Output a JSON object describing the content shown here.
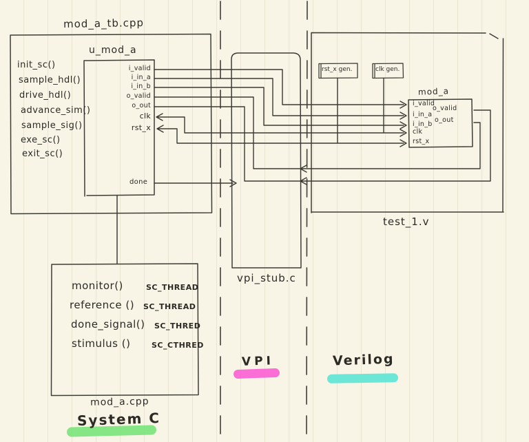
{
  "diagram": {
    "systemc_tb": {
      "file_label": "mod_a_tb.cpp",
      "functions": [
        "init_sc()",
        "sample_hdl()",
        "drive_hdl()",
        "advance_sim()",
        "sample_sig()",
        "exe_sc()",
        "exit_sc()"
      ],
      "instance": {
        "title": "u_mod_a",
        "ports": [
          "i_valid",
          "i_in_a",
          "i_in_b",
          "o_valid",
          "o_out",
          "clk",
          "rst_x"
        ],
        "done_port": "done"
      }
    },
    "sc_module": {
      "file_label": "mod_a.cpp",
      "methods": [
        {
          "name": "monitor()",
          "kind": "SC_THREAD"
        },
        {
          "name": "reference ()",
          "kind": "SC_THREAD"
        },
        {
          "name": "done_signal()",
          "kind": "SC_THRED"
        },
        {
          "name": "stimulus ()",
          "kind": "SC_CTHRED"
        }
      ]
    },
    "vpi": {
      "stub_label": "vpi_stub.c"
    },
    "verilog": {
      "file_label": "test_1.v",
      "generators": [
        "rst_x gen.",
        "clk gen."
      ],
      "module": {
        "title": "mod_a",
        "inputs": [
          "i_valid",
          "i_in_a",
          "i_in_b",
          "clk",
          "rst_x"
        ],
        "outputs": [
          "o_valid",
          "o_out"
        ]
      }
    },
    "zone_labels": {
      "systemc": "System C",
      "vpi": "VPI",
      "verilog": "Verilog"
    },
    "colors": {
      "paper": "#f8f5e7",
      "rule_line": "#e9e5d2",
      "ink": "#3a3932",
      "highlight_green": "#79e379",
      "highlight_magenta": "#f95fd4",
      "highlight_cyan": "#5ce5d5"
    }
  }
}
